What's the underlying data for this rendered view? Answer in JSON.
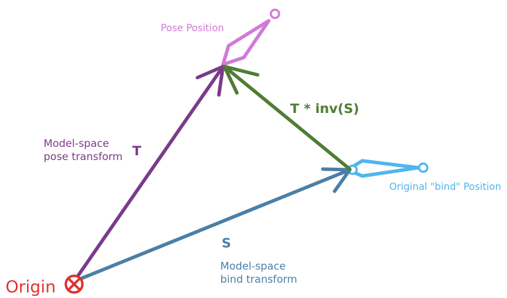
{
  "labels": {
    "pose_position": "Pose Position",
    "t_inv_s": "T * inv(S)",
    "model_space_pose": "Model-space\npose transform",
    "t": "T",
    "original_bind": "Original \"bind\" Position",
    "s": "S",
    "model_space_bind": "Model-space\nbind transform",
    "origin": "Origin"
  },
  "colors": {
    "pose_bone": "#d07ad8",
    "bind_bone": "#4fb6ec",
    "t_arrow": "#7a3b8a",
    "s_arrow": "#4b7fa6",
    "t_inv_s_arrow": "#4e7d35",
    "origin": "#e0322f"
  },
  "icons": {
    "origin_marker": "circled-x-icon"
  }
}
